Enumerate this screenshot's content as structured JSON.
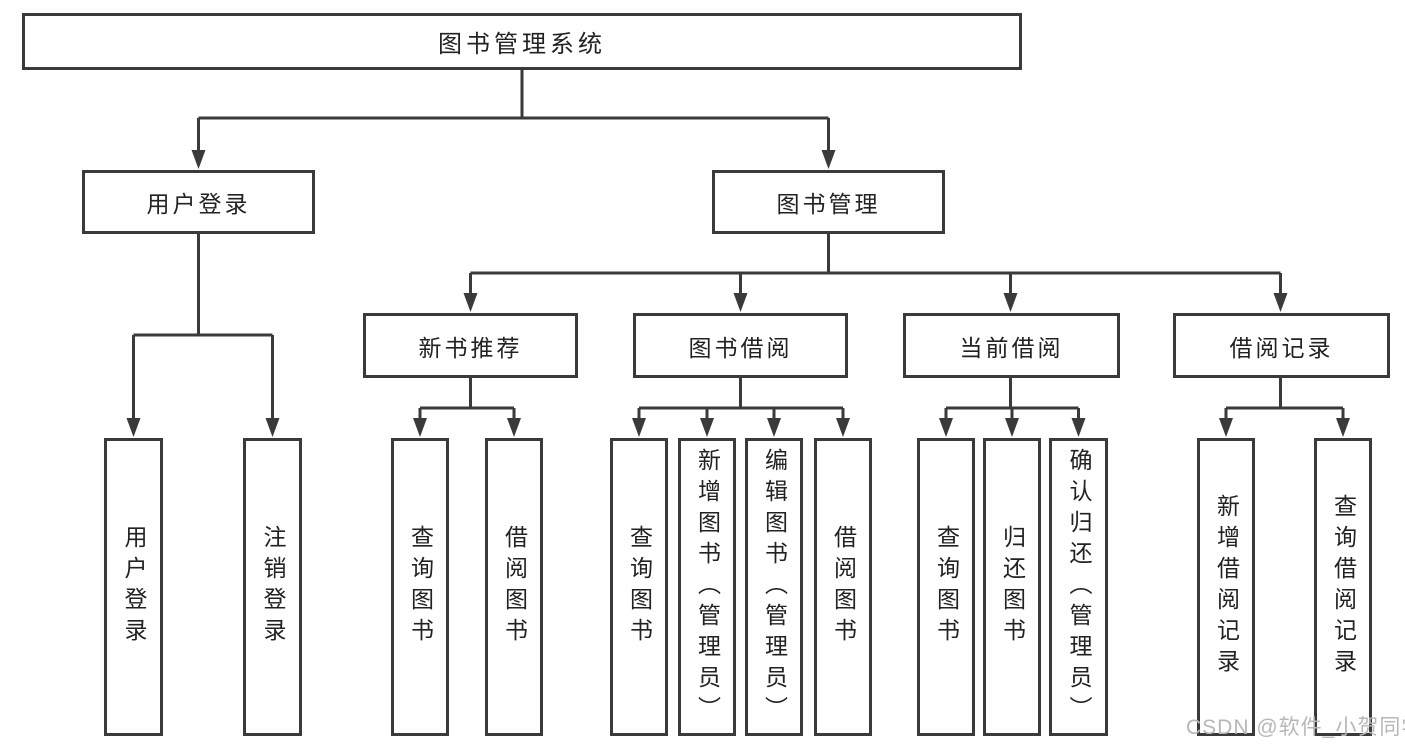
{
  "diagram": {
    "root": {
      "label": "图书管理系统"
    },
    "level1": [
      {
        "label": "用户登录",
        "children": [
          {
            "label": "用户登录"
          },
          {
            "label": "注销登录"
          }
        ]
      },
      {
        "label": "图书管理",
        "children": [
          {
            "label": "新书推荐",
            "children": [
              {
                "label": "查询图书"
              },
              {
                "label": "借阅图书"
              }
            ]
          },
          {
            "label": "图书借阅",
            "children": [
              {
                "label": "查询图书"
              },
              {
                "label": "新增图书（管理员）"
              },
              {
                "label": "编辑图书（管理员）"
              },
              {
                "label": "借阅图书"
              }
            ]
          },
          {
            "label": "当前借阅",
            "children": [
              {
                "label": "查询图书"
              },
              {
                "label": "归还图书"
              },
              {
                "label": "确认归还（管理员）"
              }
            ]
          },
          {
            "label": "借阅记录",
            "children": [
              {
                "label": "新增借阅记录"
              },
              {
                "label": "查询借阅记录"
              }
            ]
          }
        ]
      }
    ],
    "colors": {
      "line": "#3a3a3a",
      "border": "#3a3a3a",
      "text": "#222222",
      "background": "#ffffff",
      "watermark": "#b7b7b7"
    }
  },
  "watermark": {
    "text": "CSDN @软件_小贺同学"
  }
}
